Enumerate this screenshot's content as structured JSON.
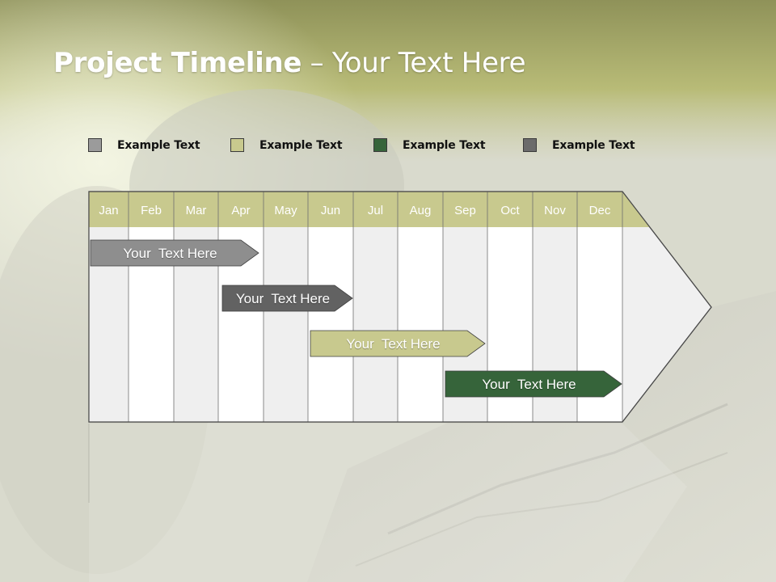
{
  "title": {
    "bold": "Project Timeline",
    "rest": " – Your Text Here"
  },
  "legend": [
    {
      "label": "Example Text",
      "color": "#9b9b9b"
    },
    {
      "label": "Example Text",
      "color": "#c8c98e"
    },
    {
      "label": "Example Text",
      "color": "#36643a"
    },
    {
      "label": "Example Text",
      "color": "#6b6b6b"
    }
  ],
  "months": [
    "Jan",
    "Feb",
    "Mar",
    "Apr",
    "May",
    "Jun",
    "Jul",
    "Aug",
    "Sep",
    "Oct",
    "Nov",
    "Dec"
  ],
  "tasks": [
    {
      "label": "Your  Text Here",
      "start_month": "Jan",
      "end_month": "Apr",
      "color": "#8e8e8e",
      "text_color": "#ffffff"
    },
    {
      "label": "Your  Text Here",
      "start_month": "Apr",
      "end_month": "Jun",
      "color": "#626262",
      "text_color": "#ffffff"
    },
    {
      "label": "Your  Text Here",
      "start_month": "Jun",
      "end_month": "Sep",
      "color": "#c8c98e",
      "text_color": "#ffffff"
    },
    {
      "label": "Your  Text Here",
      "start_month": "Sep",
      "end_month": "Dec",
      "color": "#36643a",
      "text_color": "#ffffff"
    }
  ],
  "colors": {
    "header_band": "#a8ab6a",
    "month_header": "#c8c98e",
    "grid_light": "#ffffff",
    "grid_alt": "#efefef"
  }
}
